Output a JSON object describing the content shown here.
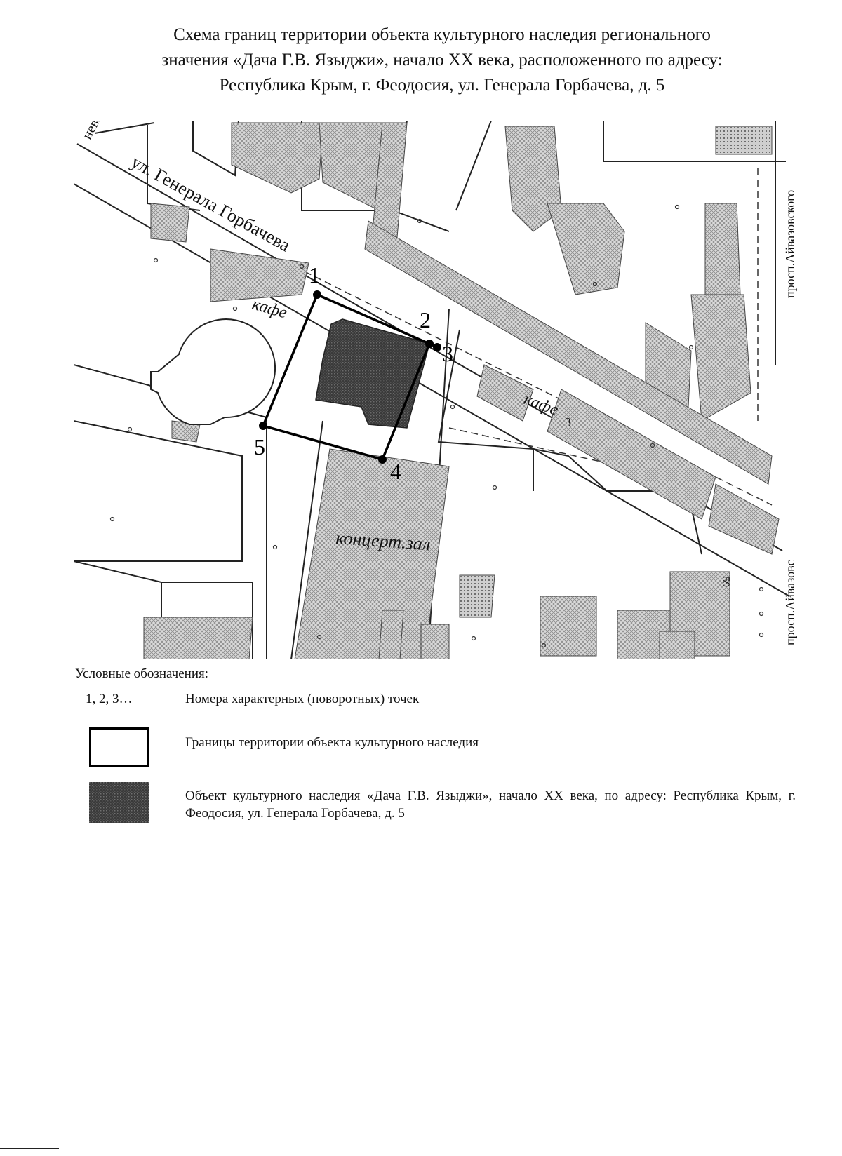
{
  "document": {
    "title_lines": [
      "Схема границ территории объекта культурного наследия регионального",
      "значения «Дача Г.В. Языджи», начало XX века, расположенного по адресу:",
      "Республика Крым, г. Феодосия, ул. Генерала Горбачева, д. 5"
    ]
  },
  "map": {
    "street_main": "ул. Генерала Горбачева",
    "street_fragment": "нева",
    "avenue_top": "просп.Айвазовского",
    "avenue_bottom": "просп.Айвазовс",
    "cafe_label_1": "кафе",
    "cafe_label_2": "кафе",
    "cafe_number": "3",
    "concert_label": "концерт.зал",
    "building_number": "59",
    "point_labels": [
      "1",
      "2",
      "3",
      "4",
      "5"
    ],
    "boundary_color": "#000000",
    "heritage_fill": "#3a3a3a",
    "hatch_color": "#8a8a8a"
  },
  "legend": {
    "heading": "Условные обозначения:",
    "points_symbol": "1, 2, 3…",
    "points_text": "Номера характерных (поворотных) точек",
    "boundary_text": "Границы территории объекта культурного наследия",
    "object_text": "Объект культурного наследия «Дача Г.В. Языджи», начало XX века, по адресу: Республика Крым, г. Феодосия, ул. Генерала Горбачева, д. 5"
  }
}
